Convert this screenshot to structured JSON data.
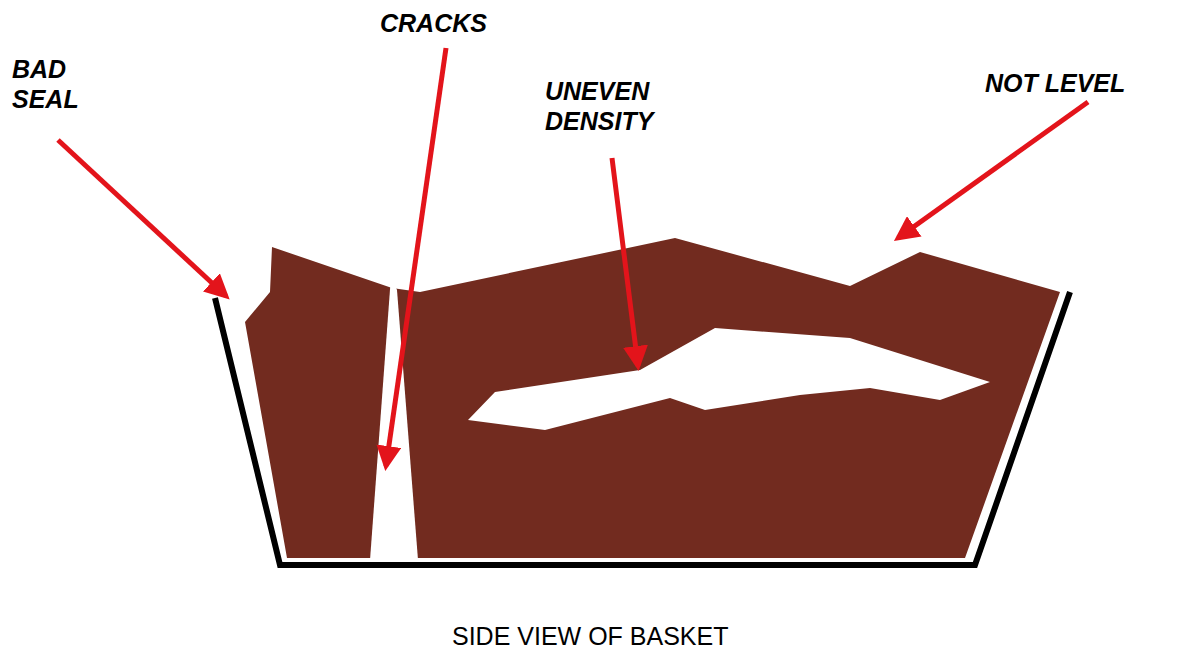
{
  "diagram": {
    "caption": "SIDE VIEW OF BASKET",
    "labels": [
      "BAD SEAL",
      "CRACKS",
      "UNEVEN DENSITY",
      "NOT LEVEL"
    ]
  }
}
